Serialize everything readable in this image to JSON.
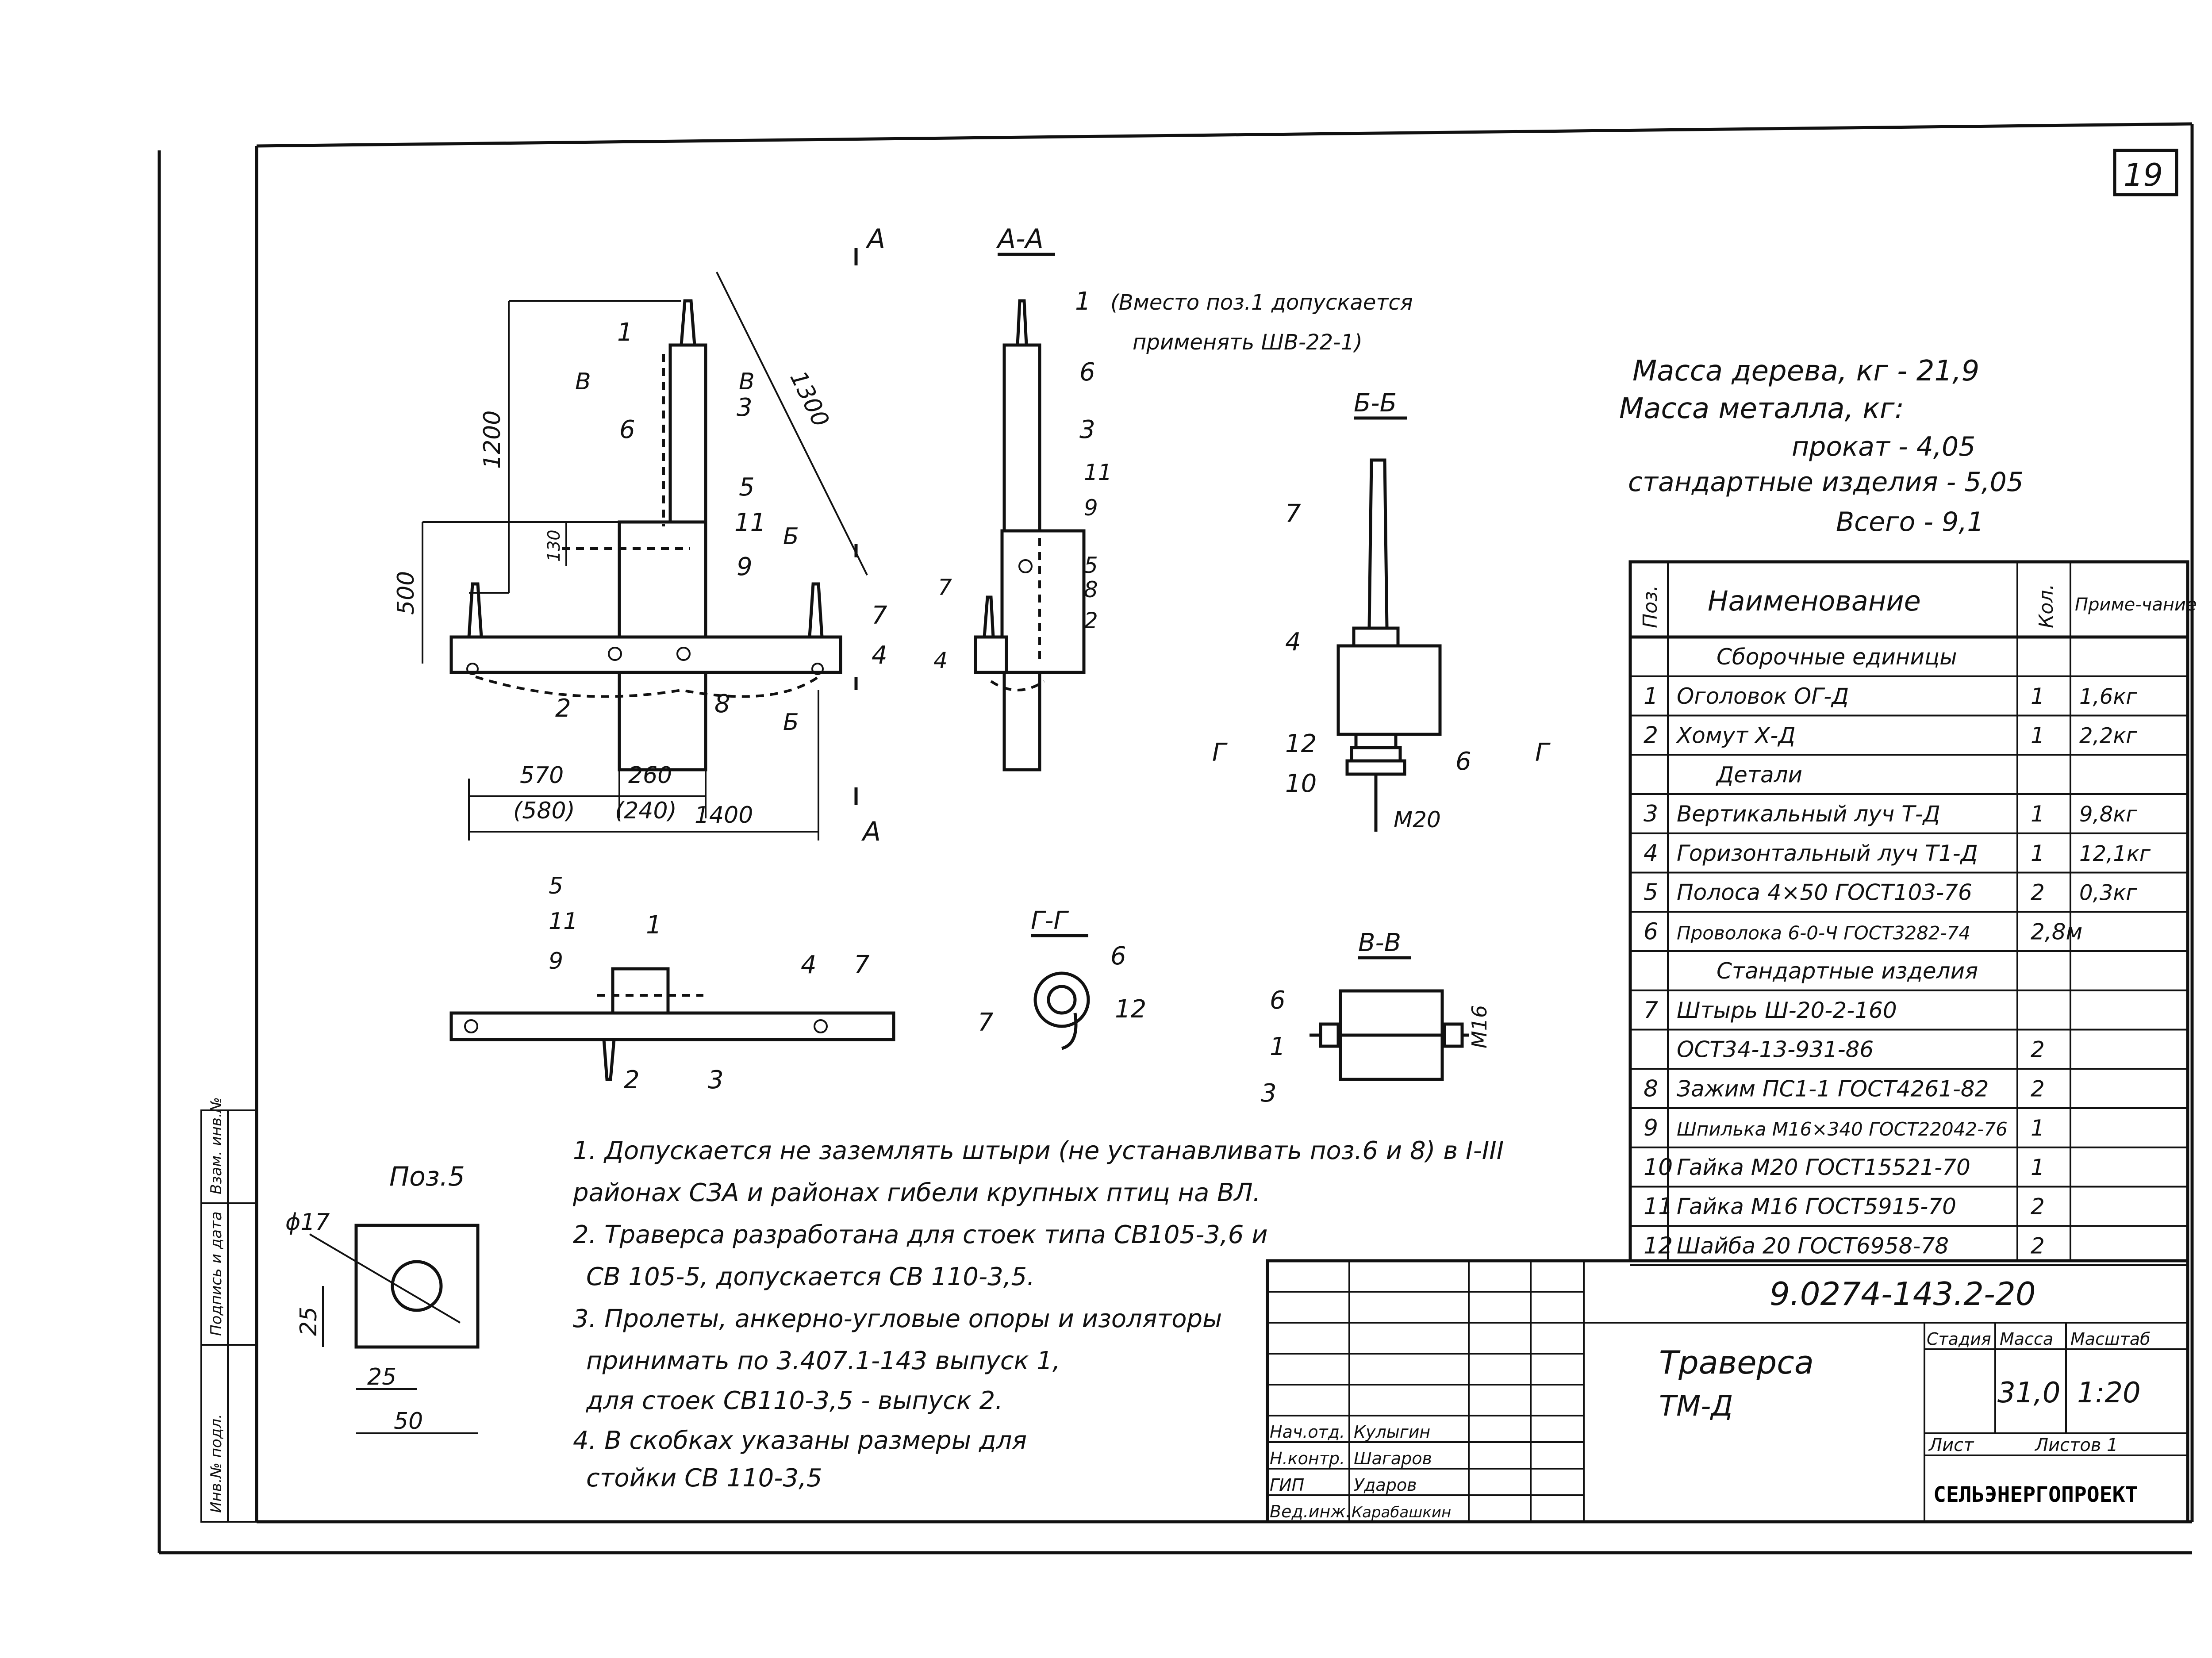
{
  "sheet_number": "19",
  "views": {
    "aa_title": "А-А",
    "bb_title": "Б-Б",
    "gg_title": "Г-Г",
    "vv_title": "В-В",
    "pos5_title": "Поз.5",
    "cut_a": "А",
    "cut_b": "Б",
    "cut_v": "В",
    "cut_g": "Г"
  },
  "dimensions": {
    "d1200": "1200",
    "d1300": "1300",
    "d500": "500",
    "d130": "130",
    "d570": "570",
    "d580": "(580)",
    "d260": "260",
    "d240": "(240)",
    "d1400": "1400",
    "m20": "M20",
    "m16": "M16",
    "phi17": "ϕ17",
    "p25a": "25",
    "p25b": "25",
    "p50": "50"
  },
  "callouts": {
    "c1": "1",
    "c2": "2",
    "c3": "3",
    "c4": "4",
    "c5": "5",
    "c6": "6",
    "c7": "7",
    "c8": "8",
    "c9": "9",
    "c10": "10",
    "c11": "11",
    "c12": "12"
  },
  "aa_note": [
    "(Вместо поз.1 допускается",
    "применять ШВ-22-1)"
  ],
  "mass": {
    "wood": "Масса дерева, кг   - 21,9",
    "metal_title": "Масса металла, кг:",
    "rolled": "прокат - 4,05",
    "standard": "стандартные изделия - 5,05",
    "total": "Всего - 9,1"
  },
  "spec": {
    "headers": [
      "Поз.",
      "Наименование",
      "Кол.",
      "Приме-чание"
    ],
    "rows": [
      {
        "pos": "",
        "name": "Сборочные единицы",
        "qty": "",
        "note": ""
      },
      {
        "pos": "1",
        "name": "Оголовок ОГ-Д",
        "qty": "1",
        "note": "1,6кг"
      },
      {
        "pos": "2",
        "name": "Хомут Х-Д",
        "qty": "1",
        "note": "2,2кг"
      },
      {
        "pos": "",
        "name": "Детали",
        "qty": "",
        "note": ""
      },
      {
        "pos": "3",
        "name": "Вертикальный луч Т-Д",
        "qty": "1",
        "note": "9,8кг"
      },
      {
        "pos": "4",
        "name": "Горизонтальный луч Т1-Д",
        "qty": "1",
        "note": "12,1кг"
      },
      {
        "pos": "5",
        "name": "Полоса 4×50 ГОСТ103-76",
        "qty": "2",
        "note": "0,3кг"
      },
      {
        "pos": "6",
        "name": "Проволока 6-0-Ч ГОСТ3282-74",
        "qty": "2,8м",
        "note": ""
      },
      {
        "pos": "",
        "name": "Стандартные изделия",
        "qty": "",
        "note": ""
      },
      {
        "pos": "7",
        "name": "Штырь Ш-20-2-160",
        "qty": "",
        "note": ""
      },
      {
        "pos": "",
        "name": "ОСТ34-13-931-86",
        "qty": "2",
        "note": ""
      },
      {
        "pos": "8",
        "name": "Зажим ПС1-1 ГОСТ4261-82",
        "qty": "2",
        "note": ""
      },
      {
        "pos": "9",
        "name": "Шпилька М16×340 ГОСТ22042-76",
        "qty": "1",
        "note": ""
      },
      {
        "pos": "10",
        "name": "Гайка М20 ГОСТ15521-70",
        "qty": "1",
        "note": ""
      },
      {
        "pos": "11",
        "name": "Гайка М16 ГОСТ5915-70",
        "qty": "2",
        "note": ""
      },
      {
        "pos": "12",
        "name": "Шайба 20 ГОСТ6958-78",
        "qty": "2",
        "note": ""
      }
    ]
  },
  "notes": [
    "1. Допускается не заземлять штыри (не устанавливать поз.6 и 8) в I-III",
    "районах СЗА и районах гибели крупных птиц на ВЛ.",
    "2. Траверса разработана для стоек типа СВ105-3,6 и",
    "СВ 105-5, допускается СВ 110-3,5.",
    "3. Пролеты, анкерно-угловые опоры и изоляторы",
    "принимать по 3.407.1-143 выпуск 1,",
    "для стоек СВ110-3,5 - выпуск 2.",
    "4. В скобках указаны размеры для",
    "стойки СВ 110-3,5"
  ],
  "title_block": {
    "doc_code": "9.0274-143.2-20",
    "title_line1": "Траверса",
    "title_line2": "ТМ-Д",
    "stage_label": "Стадия",
    "mass_label": "Масса",
    "scale_label": "Масштаб",
    "mass_value": "31,0",
    "scale_value": "1:20",
    "sheet_label": "Лист",
    "sheets_label": "Листов 1",
    "organization": "СЕЛЬЭНЕРГОПРОЕКТ",
    "staff": [
      {
        "role": "Нач.отд.",
        "name": "Кулыгин"
      },
      {
        "role": "Н.контр.",
        "name": "Шагаров"
      },
      {
        "role": "ГИП",
        "name": "Ударов"
      },
      {
        "role": "Вед.инж.",
        "name": "Карабашкин"
      }
    ]
  },
  "side_stamp": [
    "Инв.№ подл.",
    "Подпись и дата",
    "Взам. инв.№"
  ]
}
